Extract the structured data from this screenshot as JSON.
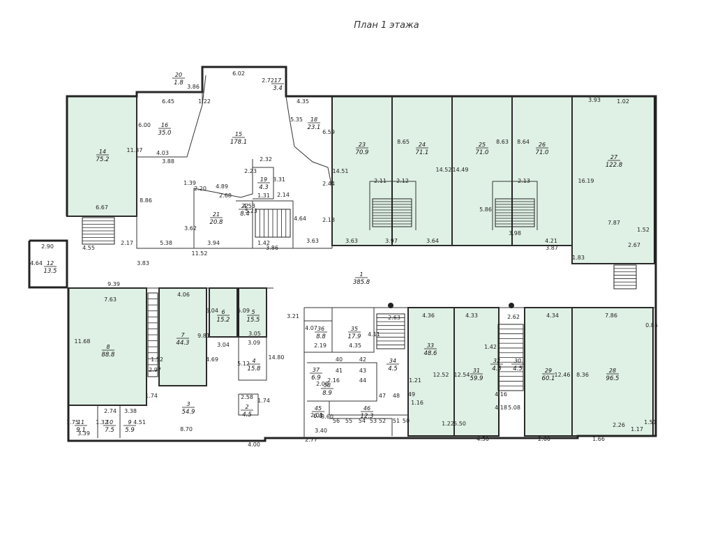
{
  "title": "План 1 этажа",
  "colors": {
    "rentable": "#dff0e4",
    "wall": "#222222",
    "background": "#ffffff"
  },
  "rooms": [
    {
      "id": "r1",
      "num": "1",
      "area": "385.8",
      "shaded": false
    },
    {
      "id": "r3",
      "num": "3",
      "area": "54.9",
      "shaded": false
    },
    {
      "id": "r4",
      "num": "4",
      "area": "15.8",
      "shaded": false
    },
    {
      "id": "r5",
      "num": "5",
      "area": "15.5",
      "shaded": true
    },
    {
      "id": "r6",
      "num": "6",
      "area": "15.2",
      "shaded": true
    },
    {
      "id": "r7",
      "num": "7",
      "area": "44.3",
      "shaded": true
    },
    {
      "id": "r8",
      "num": "8",
      "area": "88.8",
      "shaded": true
    },
    {
      "id": "r9",
      "num": "9",
      "area": "5.9",
      "shaded": false
    },
    {
      "id": "r10",
      "num": "10",
      "area": "7.5",
      "shaded": false
    },
    {
      "id": "r11",
      "num": "11",
      "area": "9.1",
      "shaded": false
    },
    {
      "id": "r12",
      "num": "12",
      "area": "13.5",
      "shaded": false
    },
    {
      "id": "r14",
      "num": "14",
      "area": "75.2",
      "shaded": true
    },
    {
      "id": "r15",
      "num": "15",
      "area": "178.1",
      "shaded": false
    },
    {
      "id": "r16",
      "num": "16",
      "area": "35.0",
      "shaded": false
    },
    {
      "id": "r17",
      "num": "17",
      "area": "3.4",
      "shaded": false
    },
    {
      "id": "r18",
      "num": "18",
      "area": "23.1",
      "shaded": false
    },
    {
      "id": "r19",
      "num": "19",
      "area": "4.3",
      "shaded": false
    },
    {
      "id": "r20",
      "num": "20",
      "area": "1.8",
      "shaded": false
    },
    {
      "id": "r21",
      "num": "21",
      "area": "20.8",
      "shaded": false
    },
    {
      "id": "r22",
      "num": "22",
      "area": "8.4",
      "shaded": false
    },
    {
      "id": "r23",
      "num": "23",
      "area": "70.9",
      "shaded": true
    },
    {
      "id": "r24",
      "num": "24",
      "area": "71.1",
      "shaded": true
    },
    {
      "id": "r25",
      "num": "25",
      "area": "71.0",
      "shaded": true
    },
    {
      "id": "r26",
      "num": "26",
      "area": "71.0",
      "shaded": true
    },
    {
      "id": "r27",
      "num": "27",
      "area": "122.8",
      "shaded": true
    },
    {
      "id": "r28",
      "num": "28",
      "area": "96.5",
      "shaded": true
    },
    {
      "id": "r29",
      "num": "29",
      "area": "60.1",
      "shaded": true
    },
    {
      "id": "r31",
      "num": "31",
      "area": "59.9",
      "shaded": true
    },
    {
      "id": "r33",
      "num": "33",
      "area": "48.6",
      "shaded": true
    },
    {
      "id": "r34",
      "num": "34",
      "area": "4.5",
      "shaded": false
    },
    {
      "id": "r35",
      "num": "35",
      "area": "17.9",
      "shaded": false
    },
    {
      "id": "r36",
      "num": "36",
      "area": "8.8",
      "shaded": false
    },
    {
      "id": "r37",
      "num": "37",
      "area": "6.9",
      "shaded": false
    },
    {
      "id": "r38",
      "num": "38",
      "area": "8.9",
      "shaded": false
    },
    {
      "id": "r45",
      "num": "45",
      "area": "6.8",
      "shaded": false
    },
    {
      "id": "r46",
      "num": "46",
      "area": "12.3",
      "shaded": false
    },
    {
      "id": "r2",
      "num": "2",
      "area": "4.5",
      "shaded": false
    },
    {
      "id": "r30",
      "num": "30",
      "area": "4.5",
      "shaded": false
    },
    {
      "id": "r32",
      "num": "32",
      "area": "4.5",
      "shaded": false
    }
  ],
  "cells": [
    "40",
    "41",
    "42",
    "43",
    "44",
    "47",
    "48",
    "49",
    "50",
    "51",
    "52",
    "53",
    "54",
    "55",
    "56"
  ],
  "dimensions": [
    "6.02",
    "2.72",
    "3.86",
    "1.22",
    "6.45",
    "6.00",
    "4.03",
    "3.88",
    "11.37",
    "6.67",
    "8.86",
    "4.35",
    "5.35",
    "6.59",
    "2.32",
    "2.23",
    "3.31",
    "4.89",
    "2.68",
    "1.39",
    "2.20",
    "5.23",
    "3.62",
    "4.53",
    "2.14",
    "1.31",
    "4.64",
    "1.42",
    "2.44",
    "2.18",
    "3.86",
    "3.63",
    "5.38",
    "3.94",
    "11.52",
    "2.17",
    "4.55",
    "2.90",
    "4.64",
    "3.83",
    "9.39",
    "7.63",
    "11.68",
    "4.06",
    "5.04",
    "3.04",
    "5.09",
    "3.05",
    "3.09",
    "5.12",
    "14.80",
    "9.81",
    "4.69",
    "1.52",
    "2.97",
    "1.74",
    "2.58",
    "1.74",
    "8.70",
    "4.00",
    "2.77",
    "3.40",
    "2.01",
    "3.60",
    "2.00",
    "2.16",
    "2.19",
    "4.35",
    "4.07",
    "3.21",
    "4.11",
    "14.51",
    "8.65",
    "2.11",
    "2.12",
    "3.63",
    "3.97",
    "3.64",
    "14.52",
    "14.49",
    "8.63",
    "8.64",
    "5.86",
    "2.13",
    "3.98",
    "4.21",
    "3.87",
    "16.19",
    "3.93",
    "1.02",
    "7.87",
    "1.52",
    "2.67",
    "1.83",
    "2.63",
    "4.36",
    "4.33",
    "2.62",
    "4.34",
    "7.86",
    "0.85",
    "12.52",
    "12.54",
    "12.46",
    "8.36",
    "1.42",
    "4.16",
    "4.18",
    "5.08",
    "1.16",
    "1.21",
    "1.22",
    "5.50",
    "4.50",
    "2.60",
    "1.66",
    "1.17",
    "1.51",
    "2.26",
    "1.75",
    "2.74",
    "3.38",
    "3.39",
    "1.32",
    "4.51"
  ]
}
